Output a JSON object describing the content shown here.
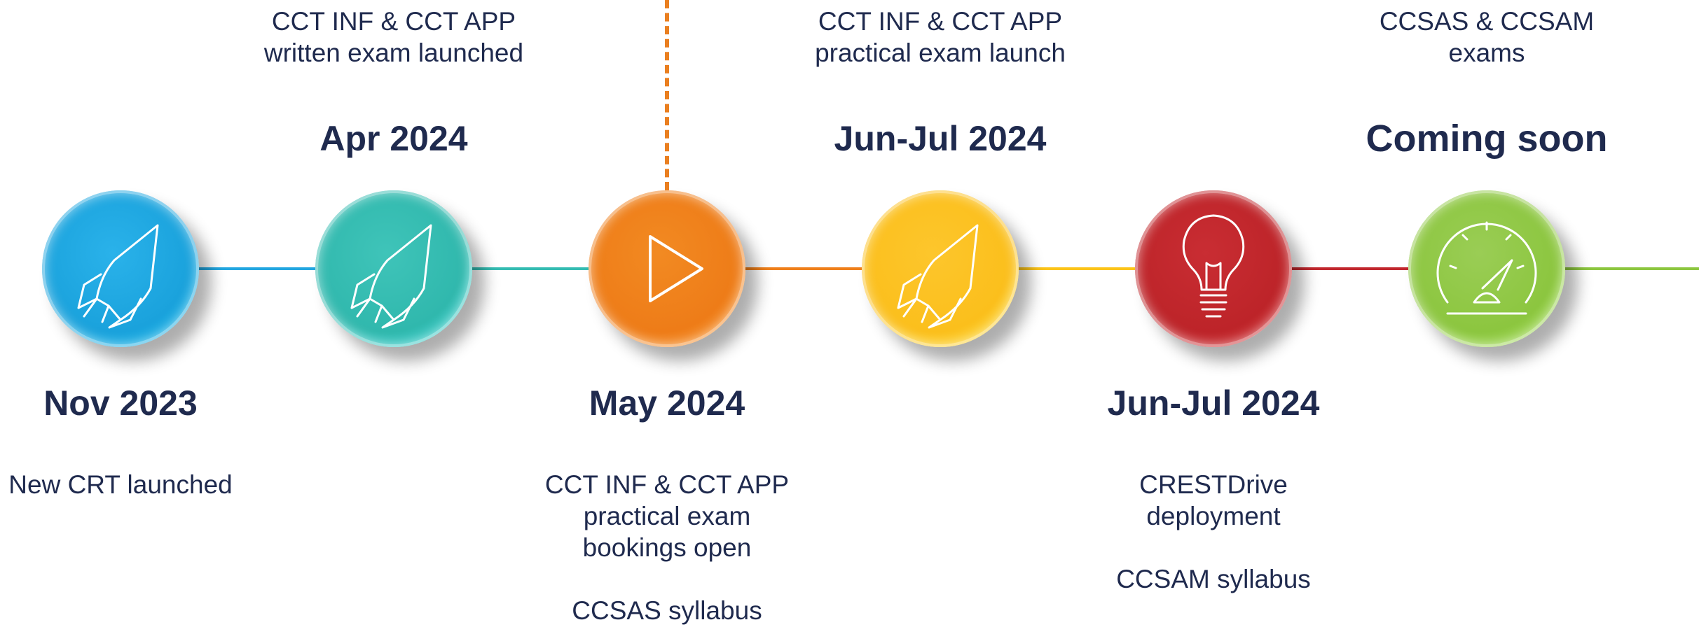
{
  "timeline": {
    "colors": {
      "blue": "#22a6e0",
      "teal": "#34bcb2",
      "orange": "#ef7f1a",
      "yellow": "#fcc419",
      "red": "#c1272d",
      "green": "#8cc63f",
      "date_text": "#1f2a4e",
      "caption_text": "#2a3a66",
      "dashed_marker": "#ea7f20"
    },
    "milestones": [
      {
        "date": "Nov 2023",
        "label_position": "below",
        "caption": "New CRT launched",
        "note": "",
        "icon": "rocket-icon",
        "color": "#22a6e0"
      },
      {
        "date": "Apr 2024",
        "label_position": "above",
        "caption_line1": "CCT INF & CCT APP",
        "caption_line2": "written exam launched",
        "icon": "rocket-icon",
        "color": "#34bcb2"
      },
      {
        "date": "May 2024",
        "label_position": "below",
        "caption_line1": "CCT INF & CCT APP",
        "caption_line2": "practical exam",
        "caption_line3": "bookings open",
        "note": "CCSAS syllabus",
        "icon": "play-icon",
        "color": "#ef7f1a"
      },
      {
        "date": "Jun-Jul 2024",
        "label_position": "above",
        "caption_line1": "CCT INF & CCT APP",
        "caption_line2": "practical exam launch",
        "icon": "rocket-icon",
        "color": "#fcc419"
      },
      {
        "date": "Jun-Jul 2024",
        "label_position": "below",
        "caption_line1": "CRESTDrive",
        "caption_line2": "deployment",
        "note": "CCSAM syllabus",
        "icon": "lightbulb-icon",
        "color": "#c1272d"
      },
      {
        "date": "Coming soon",
        "label_position": "above",
        "caption_line1": "CCSAS & CCSAM",
        "caption_line2": "exams",
        "icon": "gauge-icon",
        "color": "#8cc63f"
      }
    ]
  }
}
